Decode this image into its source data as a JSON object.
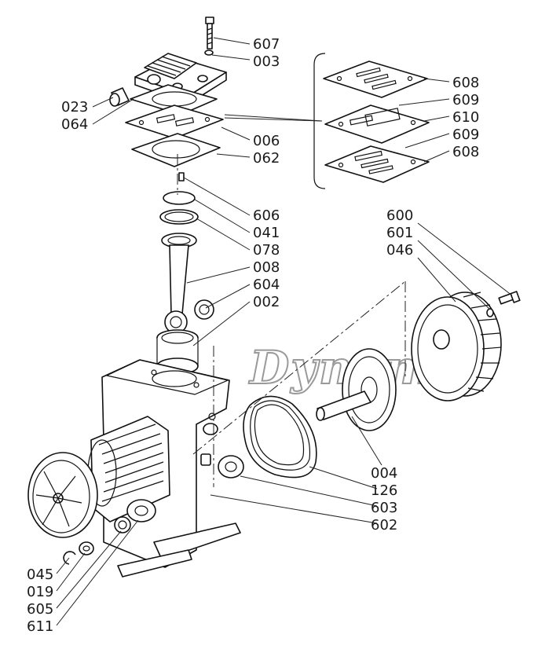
{
  "labels": {
    "607": "607",
    "003": "003",
    "023": "023",
    "064": "064",
    "006": "006",
    "062": "062",
    "608a": "608",
    "609a": "609",
    "610": "610",
    "609b": "609",
    "608b": "608",
    "606": "606",
    "041": "041",
    "078": "078",
    "008": "008",
    "604": "604",
    "002": "002",
    "600": "600",
    "601": "601",
    "046": "046",
    "004": "004",
    "126": "126",
    "603": "603",
    "602": "602",
    "045": "045",
    "019": "019",
    "605": "605",
    "611": "611"
  },
  "watermark": {
    "text": "DynamO",
    "mark": "®"
  }
}
